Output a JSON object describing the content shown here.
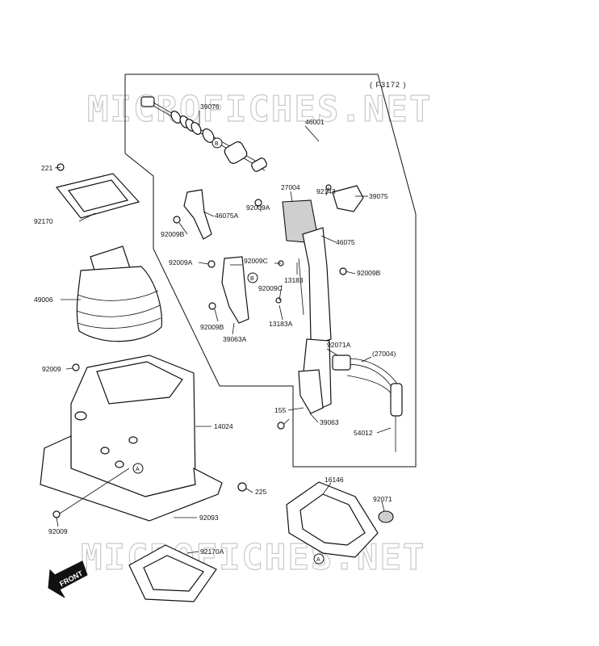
{
  "ref_code": "( F3172  )",
  "watermark_top": "MICROFICHES.NET",
  "watermark_bottom": "MICROFICHES.NET",
  "front_label": "FRONT",
  "parts": {
    "p39076": "39076",
    "p46001": "46001",
    "p27004": "27004",
    "p92143": "92143",
    "p39075": "39075",
    "p46075": "46075",
    "p92009A_a": "92009A",
    "p46075A": "46075A",
    "p92009B_a": "92009B",
    "p92009A_b": "92009A",
    "p92009C_a": "92009C",
    "p13183": "13183",
    "p92009C_b": "92009C",
    "p92009B_b": "92009B",
    "p92009B_c": "92009B",
    "p13183A": "13183A",
    "p39063A": "39063A",
    "p221": "221",
    "p92170": "92170",
    "p49006": "49006",
    "p92009_a": "92009",
    "p14024": "14024",
    "p92071A": "92071A",
    "p27004p": "(27004)",
    "p155": "155",
    "p39063": "39063",
    "p54012": "54012",
    "p16146": "16146",
    "p92071": "92071",
    "p225": "225",
    "p92093": "92093",
    "p92009_b": "92009",
    "p92170A": "92170A"
  },
  "callouts": {
    "A": "A",
    "B": "B"
  }
}
